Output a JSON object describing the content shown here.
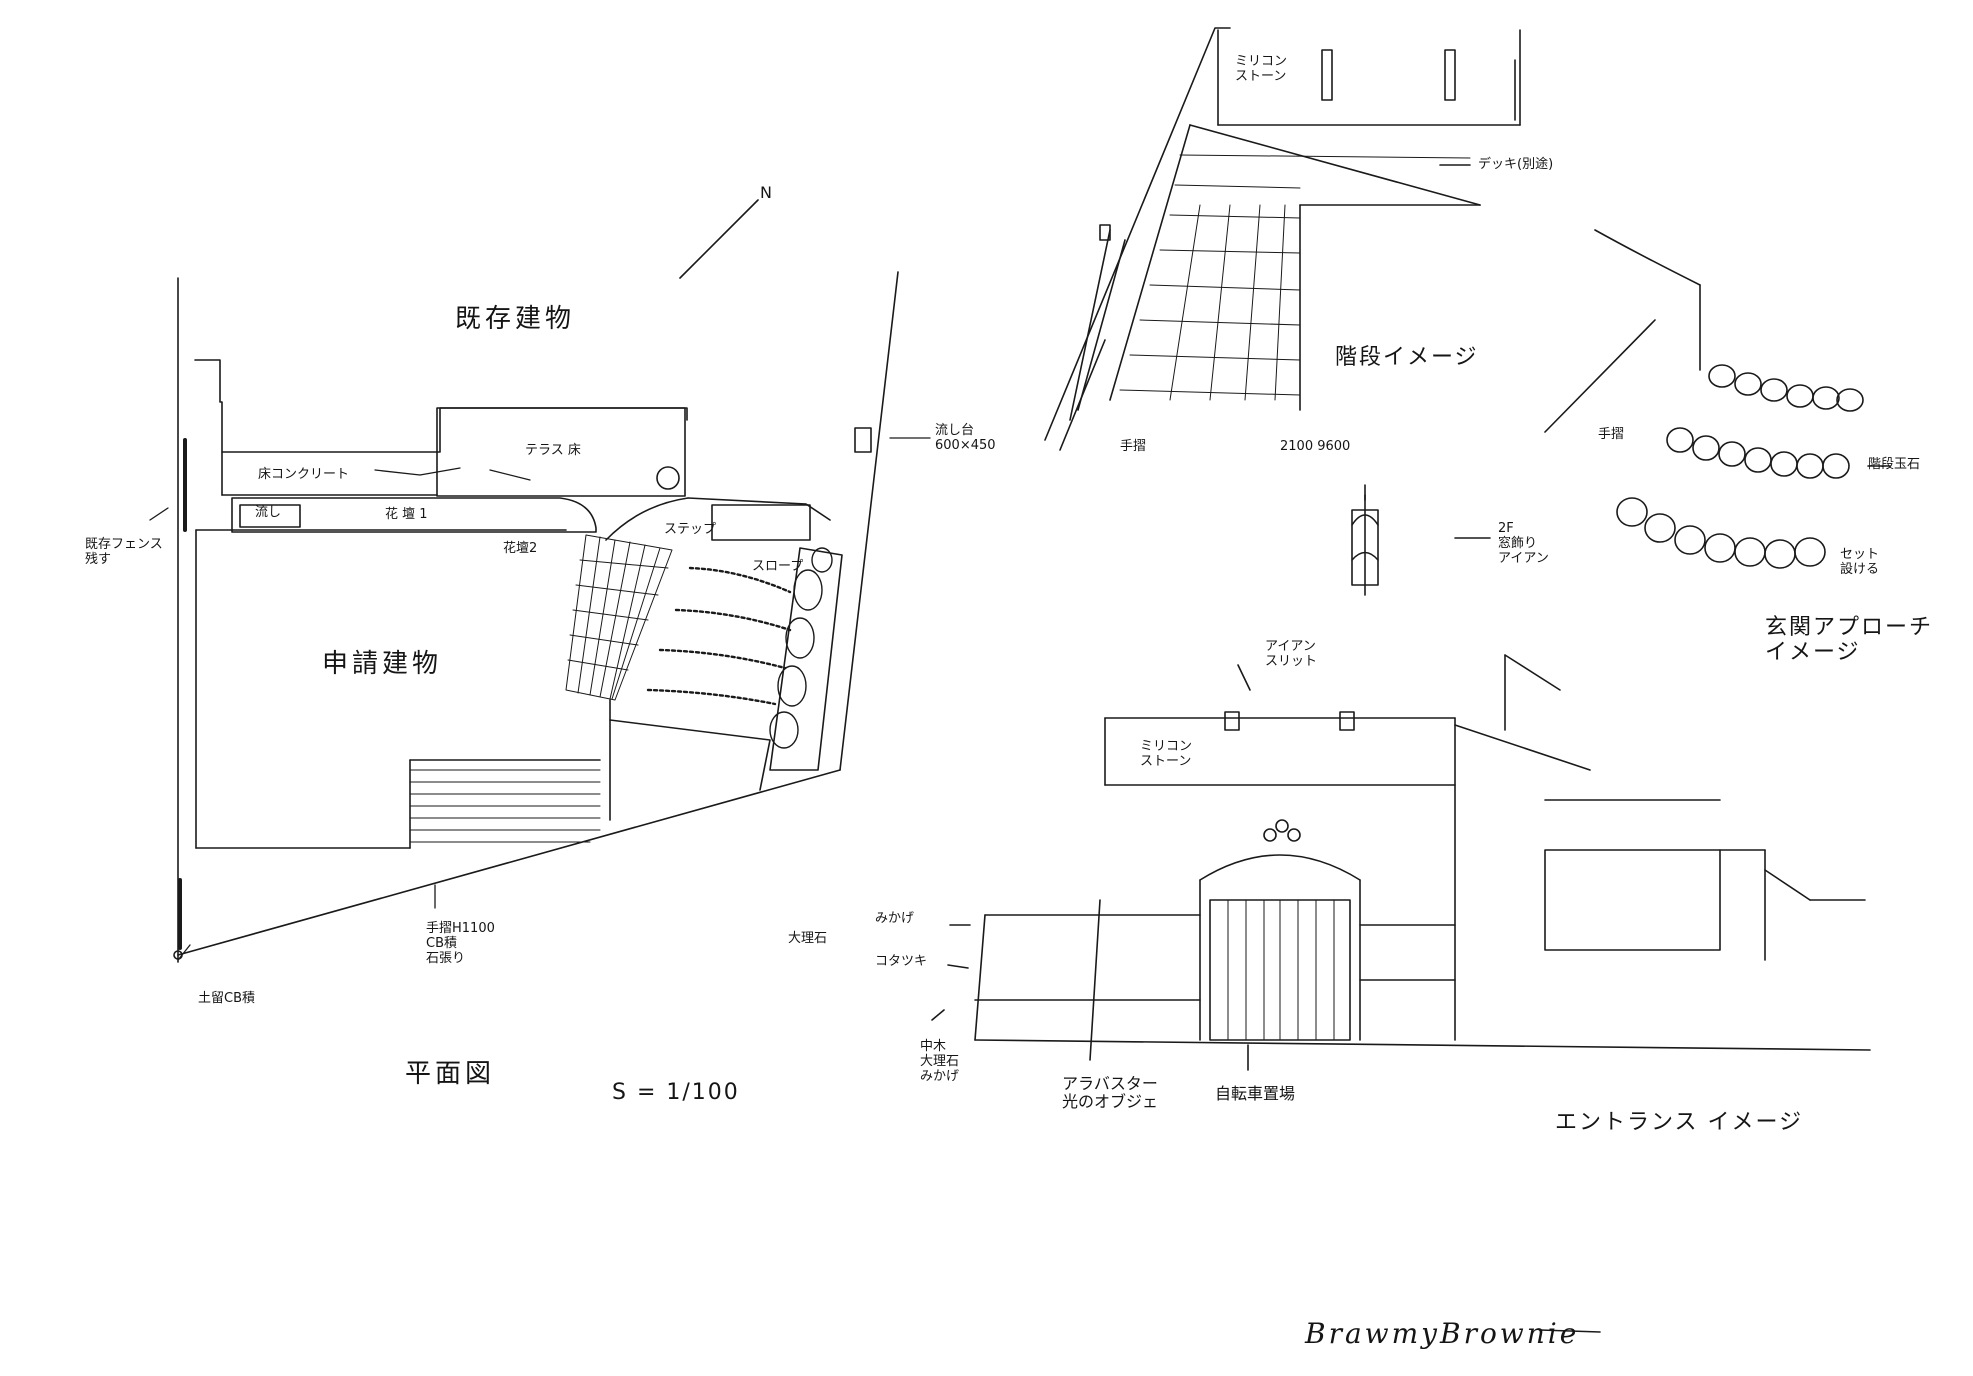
{
  "plan": {
    "north": "N",
    "existing_building": "既存建物",
    "applied_building": "申請建物",
    "terrace": "テラス 床",
    "floor_concrete": "床コンクリート",
    "flower_bed_1": "花 壇 1",
    "flower_bed_2": "花壇2",
    "sink": "流し",
    "step_label": "ステップ",
    "slope_label": "スロープ",
    "sink_note": "流し台\n600×450",
    "existing_fence": "既存フェンス\n残す",
    "handrail_note": "手摺H1100\nCB積\n石張り",
    "retaining_cb": "土留CB積",
    "plan_title": "平面図",
    "scale": "S = 1/100"
  },
  "stairs": {
    "wall_note": "ミリコン\nストーン",
    "deck_note": "デッキ(別途)",
    "stair_title": "階段イメージ",
    "handrail": "手摺",
    "dimension": "2100 9600"
  },
  "ornament": {
    "note": "2F\n窓飾り\nアイアン"
  },
  "approach": {
    "stone_wall": "階段玉石",
    "set_back": "セット\n設ける",
    "handrail": "手摺",
    "title": "玄関アプローチ\nイメージ"
  },
  "entrance": {
    "iron_slit": "アイアン\nスリット",
    "stone_label": "ミリコン\nストーン",
    "marble_left": "大理石",
    "mikage": "みかげ",
    "kotatsu": "コタツキ",
    "small_marble": "中木\n大理石\nみかげ",
    "alabaster": "アラバスター\n光のオブジェ",
    "bicycle": "自転車置場",
    "title": "エントランス イメージ"
  },
  "signature": "BrawmyBrownie"
}
